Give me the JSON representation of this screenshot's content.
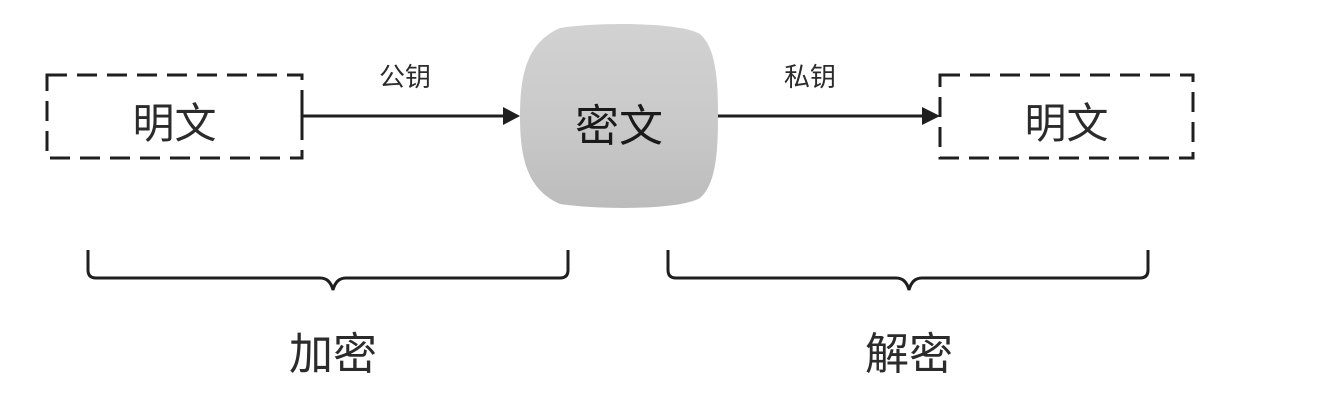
{
  "plaintext_left": "明文",
  "public_key": "公钥",
  "ciphertext": "密文",
  "private_key": "私钥",
  "plaintext_right": "明文",
  "encrypt_label": "加密",
  "decrypt_label": "解密",
  "colors": {
    "stroke": "#1f1f1f",
    "cipher_fill_top": "#cfcfcf",
    "cipher_fill_bottom": "#bdbdbd"
  }
}
